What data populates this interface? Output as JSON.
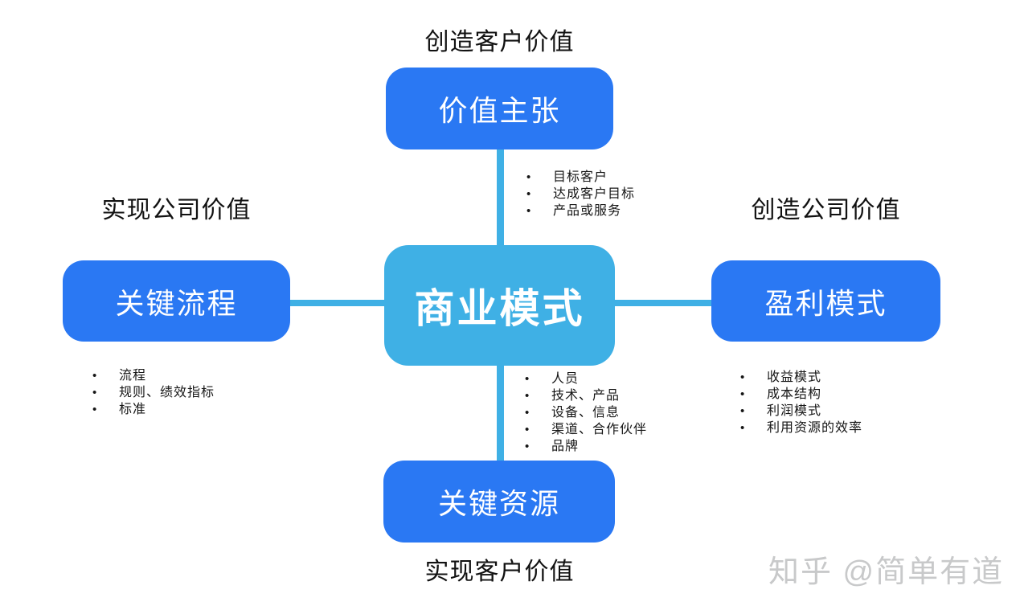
{
  "ui": {
    "bullet": "•",
    "background": "#ffffff"
  },
  "colors": {
    "node_blue": "#2A78F3",
    "center_blue": "#3FB0E5",
    "connector_blue": "#3FB0E5",
    "label_text": "#111111",
    "bullet_text": "#161616",
    "node_text": "#ffffff",
    "watermark_gray": "#c8c9ca"
  },
  "labels": {
    "top": "创造客户价值",
    "left": "实现公司价值",
    "right": "创造公司价值",
    "bottom": "实现客户价值"
  },
  "nodes": {
    "center": "商业模式",
    "top": "价值主张",
    "left": "关键流程",
    "right": "盈利模式",
    "bottom": "关键资源"
  },
  "lists": {
    "value_proposition": {
      "items": [
        "目标客户",
        "达成客户目标",
        "产品或服务"
      ]
    },
    "key_processes": {
      "items": [
        "流程",
        "规则、绩效指标",
        "标准"
      ]
    },
    "profit_model": {
      "items": [
        "收益模式",
        "成本结构",
        "利润模式",
        "利用资源的效率"
      ]
    },
    "key_resources": {
      "items": [
        "人员",
        "技术、产品",
        "设备、信息",
        "渠道、合作伙伴",
        "品牌"
      ]
    }
  },
  "watermark": {
    "text": "知乎 @简单有道"
  }
}
